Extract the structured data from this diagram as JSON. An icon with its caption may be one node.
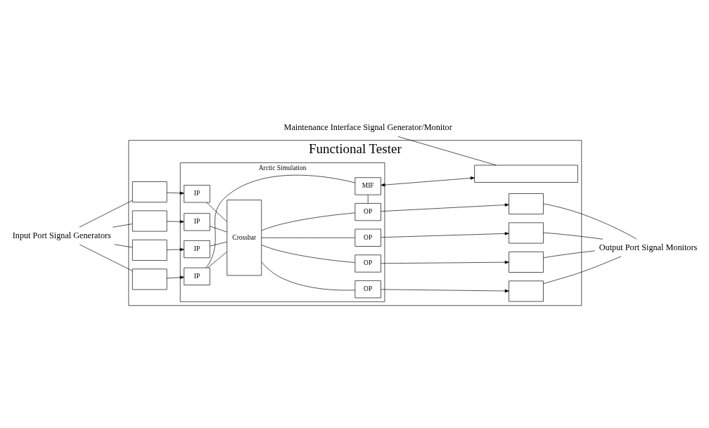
{
  "diagram": {
    "nodes": [
      {
        "text": [
          "Functional Tester"
        ]
      },
      {
        "text": [],
        "shape": "box",
        "in": 0
      },
      {
        "text": [],
        "shape": "box",
        "in": 0
      },
      {
        "text": [],
        "shape": "box",
        "in": 0
      },
      {
        "text": [],
        "shape": "box",
        "in": 0
      },
      {
        "text": [
          "Arctic Simulation"
        ],
        "in": 0
      },
      {
        "text": [
          "IP"
        ],
        "in": 5
      },
      {
        "text": [
          "IP"
        ],
        "in": 5
      },
      {
        "text": [
          "IP"
        ],
        "in": 5
      },
      {
        "text": [
          "IP"
        ],
        "in": 5
      },
      {
        "text": [
          "Crossbar"
        ],
        "in": 5
      },
      {
        "text": [
          "OP"
        ],
        "in": 5
      },
      {
        "text": [
          "OP"
        ],
        "in": 5
      },
      {
        "text": [
          "OP"
        ],
        "in": 5
      },
      {
        "text": [
          "OP"
        ],
        "in": 5
      },
      {
        "text": [
          "MIF"
        ],
        "in": 5
      },
      {
        "text": [],
        "shape": "box",
        "in": 0
      },
      {
        "text": [],
        "shape": "box",
        "in": 0
      },
      {
        "text": [],
        "shape": "box",
        "in": 0
      },
      {
        "text": [],
        "shape": "box",
        "in": 0
      },
      {
        "text": [],
        "shape": "box",
        "in": 0
      },
      {
        "text": [
          "Input Port Signal Generators"
        ]
      },
      {
        "text": [
          "Output Port Signal Monitors"
        ]
      },
      {
        "text": [
          "Maintenance Interface Signal Generator/Monitor"
        ]
      }
    ],
    "edges": [
      {
        "from": 1,
        "to": 6,
        "arrow": "to"
      },
      {
        "from": 2,
        "to": 7,
        "arrow": "to"
      },
      {
        "from": 3,
        "to": 8,
        "arrow": "to"
      },
      {
        "from": 4,
        "to": 9,
        "arrow": "to"
      },
      {
        "from": 6,
        "to": 10,
        "arrow": "none"
      },
      {
        "from": 7,
        "to": 10,
        "arrow": "none"
      },
      {
        "from": 8,
        "to": 10,
        "arrow": "none"
      },
      {
        "from": 9,
        "to": 10,
        "arrow": "none"
      },
      {
        "from": 10,
        "to": 11,
        "arrow": "none"
      },
      {
        "from": 10,
        "to": 12,
        "arrow": "none"
      },
      {
        "from": 10,
        "to": 13,
        "arrow": "none"
      },
      {
        "from": 10,
        "to": 14,
        "arrow": "none"
      },
      {
        "from": 11,
        "to": 16,
        "arrow": "to"
      },
      {
        "from": 12,
        "to": 17,
        "arrow": "to"
      },
      {
        "from": 13,
        "to": 18,
        "arrow": "to"
      },
      {
        "from": 14,
        "to": 19,
        "arrow": "to"
      },
      {
        "from": 9,
        "to": 15,
        "arrow": "none"
      },
      {
        "from": 14,
        "to": 15,
        "arrow": "none"
      },
      {
        "from": 15,
        "to": 20,
        "arrow": "both"
      },
      {
        "from": 21,
        "to": 1,
        "arrow": "none"
      },
      {
        "from": 21,
        "to": 2,
        "arrow": "none"
      },
      {
        "from": 21,
        "to": 3,
        "arrow": "none"
      },
      {
        "from": 21,
        "to": 4,
        "arrow": "none"
      },
      {
        "from": 22,
        "to": 16,
        "arrow": "none"
      },
      {
        "from": 22,
        "to": 17,
        "arrow": "none"
      },
      {
        "from": 22,
        "to": 18,
        "arrow": "none"
      },
      {
        "from": 22,
        "to": 19,
        "arrow": "none"
      },
      {
        "from": 23,
        "to": 20,
        "arrow": "none"
      }
    ]
  }
}
